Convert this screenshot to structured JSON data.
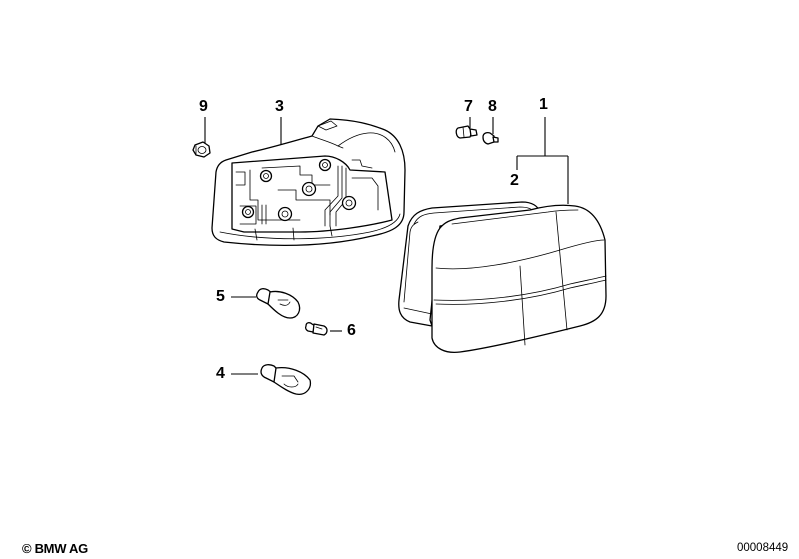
{
  "diagram": {
    "title": "Rear light assembly exploded view",
    "callouts": [
      {
        "number": "1",
        "part": "rear-light-assembly"
      },
      {
        "number": "2",
        "part": "rear-light-lens-gasket"
      },
      {
        "number": "3",
        "part": "bulb-holder"
      },
      {
        "number": "4",
        "part": "bulb-large-4"
      },
      {
        "number": "5",
        "part": "bulb-large-5"
      },
      {
        "number": "6",
        "part": "bulb-small-6"
      },
      {
        "number": "7",
        "part": "bulb-small-7"
      },
      {
        "number": "8",
        "part": "bulb-small-8"
      },
      {
        "number": "9",
        "part": "nut"
      }
    ],
    "labels": {
      "c1": "1",
      "c2": "2",
      "c3": "3",
      "c4": "4",
      "c5": "5",
      "c6": "6",
      "c7": "7",
      "c8": "8",
      "c9": "9"
    }
  },
  "footer": {
    "copyright": "© BMW AG",
    "document_number": "00008449"
  },
  "colors": {
    "line": "#000000",
    "background": "#ffffff"
  }
}
